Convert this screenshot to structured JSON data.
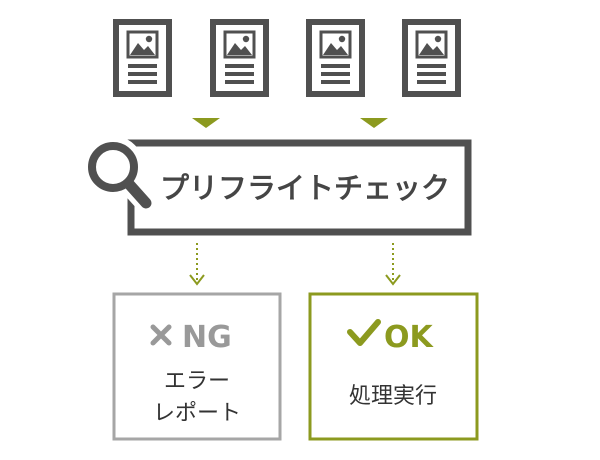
{
  "documents": [
    {
      "icon": "document-with-image-icon"
    },
    {
      "icon": "document-with-image-icon"
    },
    {
      "icon": "document-with-image-icon"
    },
    {
      "icon": "document-with-image-icon"
    }
  ],
  "inputs": {
    "icon": "triangle-down-icon"
  },
  "check": {
    "icon": "magnifier-icon",
    "label": "プリフライトチェック"
  },
  "results": {
    "icon": "dotted-arrow-down-icon"
  },
  "ng": {
    "icon": "cross-icon",
    "label": "NG",
    "lines": [
      "エラー",
      "レポート"
    ]
  },
  "ok": {
    "icon": "check-icon",
    "label": "OK",
    "text": "処理実行"
  },
  "colors": {
    "dark": "#505050",
    "accent": "#8c9a1f",
    "ng": "#a6a6a6",
    "ng_text": "#999999",
    "body_text": "#333333"
  }
}
